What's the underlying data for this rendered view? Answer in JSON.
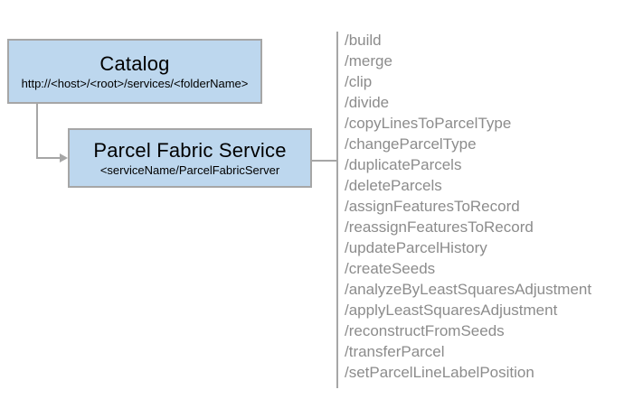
{
  "diagram": {
    "catalog_box": {
      "title": "Catalog",
      "subtitle": "http://<host>/<root>/services/<folderName>"
    },
    "service_box": {
      "title": "Parcel Fabric Service",
      "subtitle": "<serviceName/ParcelFabricServer"
    },
    "endpoints": [
      "/build",
      "/merge",
      "/clip",
      "/divide",
      "/copyLinesToParcelType",
      "/changeParcelType",
      "/duplicateParcels",
      "/deleteParcels",
      "/assignFeaturesToRecord",
      "/reassignFeaturesToRecord",
      "/updateParcelHistory",
      "/createSeeds",
      "/analyzeByLeastSquaresAdjustment",
      "/applyLeastSquaresAdjustment",
      "/reconstructFromSeeds",
      "/transferParcel",
      "/setParcelLineLabelPosition"
    ],
    "colors": {
      "box_fill": "#BDD7EE",
      "box_border": "#A6A6A6",
      "connector": "#A6A6A6",
      "endpoint_text": "#8C8C8C",
      "title_text": "#000000"
    }
  }
}
